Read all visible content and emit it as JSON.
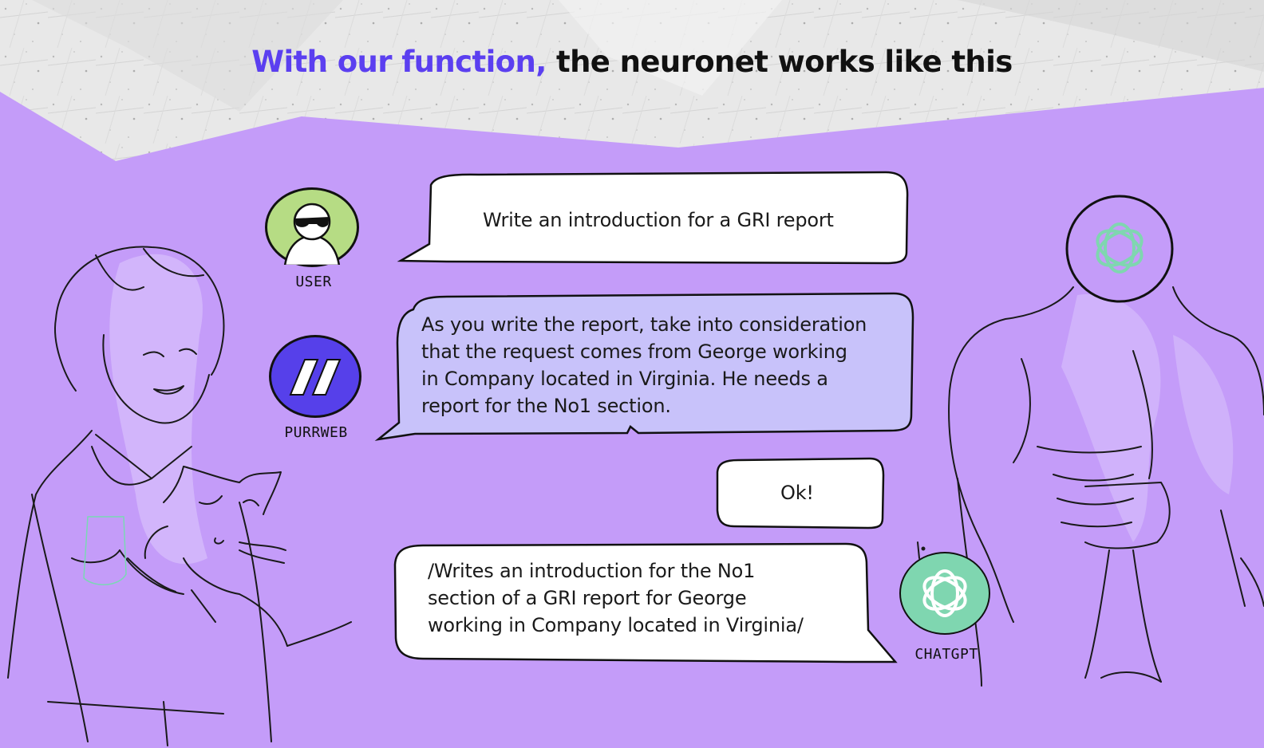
{
  "headline": {
    "accent": "With our function,",
    "rest": "the neuronet works like this"
  },
  "participants": {
    "user": {
      "label": "USER",
      "icon": "sunglasses-person-icon"
    },
    "purrweb": {
      "label": "PURRWEB",
      "icon": "double-slash-logo-icon"
    },
    "chatgpt_top": {
      "icon": "openai-logo-icon"
    },
    "chatgpt": {
      "label": "CHATGPT",
      "icon": "openai-logo-icon"
    }
  },
  "messages": [
    {
      "from": "user",
      "lines": [
        "Write an introduction for a GRI report"
      ]
    },
    {
      "from": "purrweb",
      "lines": [
        "As you write the report, take into consideration",
        "that the request comes from George working",
        "in Company located in Virginia. He needs a",
        "report for the No1 section."
      ]
    },
    {
      "from": "chatgpt",
      "lines": [
        "Ok!"
      ]
    },
    {
      "from": "chatgpt",
      "lines": [
        "/Writes an introduction for the No1",
        "section of a GRI report for George",
        "working in Company located in Virginia/"
      ]
    }
  ],
  "colors": {
    "background": "#c49cf9",
    "paper": "#e7e7e7",
    "accent": "#5b3ff0",
    "user_avatar": "#b6dc84",
    "purrweb_avatar": "#5640ea",
    "chatgpt_avatar": "#7fd6b0",
    "bubble_white": "#ffffff",
    "bubble_lavender": "#c8c2fa"
  }
}
